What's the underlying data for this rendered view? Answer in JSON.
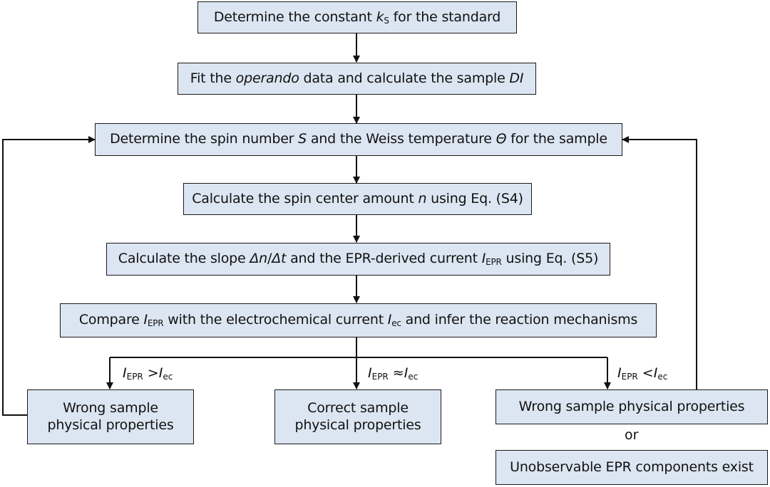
{
  "steps": {
    "s1": {
      "a": "Determine the constant ",
      "k": "k",
      "ks": "S",
      "b": " for the standard"
    },
    "s2": {
      "a": "Fit the ",
      "it": "operando",
      "b": " data and calculate the sample ",
      "di": "DI"
    },
    "s3": {
      "a": "Determine the spin number ",
      "S": "S",
      "b": " and the Weiss temperature ",
      "theta": "Θ",
      "c": " for the sample"
    },
    "s4": {
      "a": "Calculate the spin center amount ",
      "n": "n",
      "b": " using Eq. (S4)"
    },
    "s5": {
      "a": "Calculate the slope ",
      "dn": "Δn",
      "slash": "/",
      "dt": "Δt",
      "b": " and the EPR-derived current ",
      "I": "I",
      "sub": "EPR",
      "c": " using Eq. (S5)"
    },
    "s6": {
      "a": "Compare ",
      "I1": "I",
      "sub1": "EPR",
      "b": " with the electrochemical current ",
      "I2": "I",
      "sub2": "ec",
      "c": " and infer the reaction mechanisms"
    }
  },
  "branches": {
    "left": {
      "I1": "I",
      "sub1": "EPR",
      "op": " >",
      "I2": "I",
      "sub2": "ec"
    },
    "middle": {
      "I1": "I",
      "sub1": "EPR",
      "op": " ≈",
      "I2": "I",
      "sub2": "ec"
    },
    "right": {
      "I1": "I",
      "sub1": "EPR",
      "op": " <",
      "I2": "I",
      "sub2": "ec"
    }
  },
  "outcomes": {
    "left": {
      "line1": "Wrong sample",
      "line2": "physical properties"
    },
    "middle": {
      "line1": "Correct sample",
      "line2": "physical properties"
    },
    "right_a": "Wrong sample physical properties",
    "or": "or",
    "right_b": "Unobservable EPR components exist"
  }
}
